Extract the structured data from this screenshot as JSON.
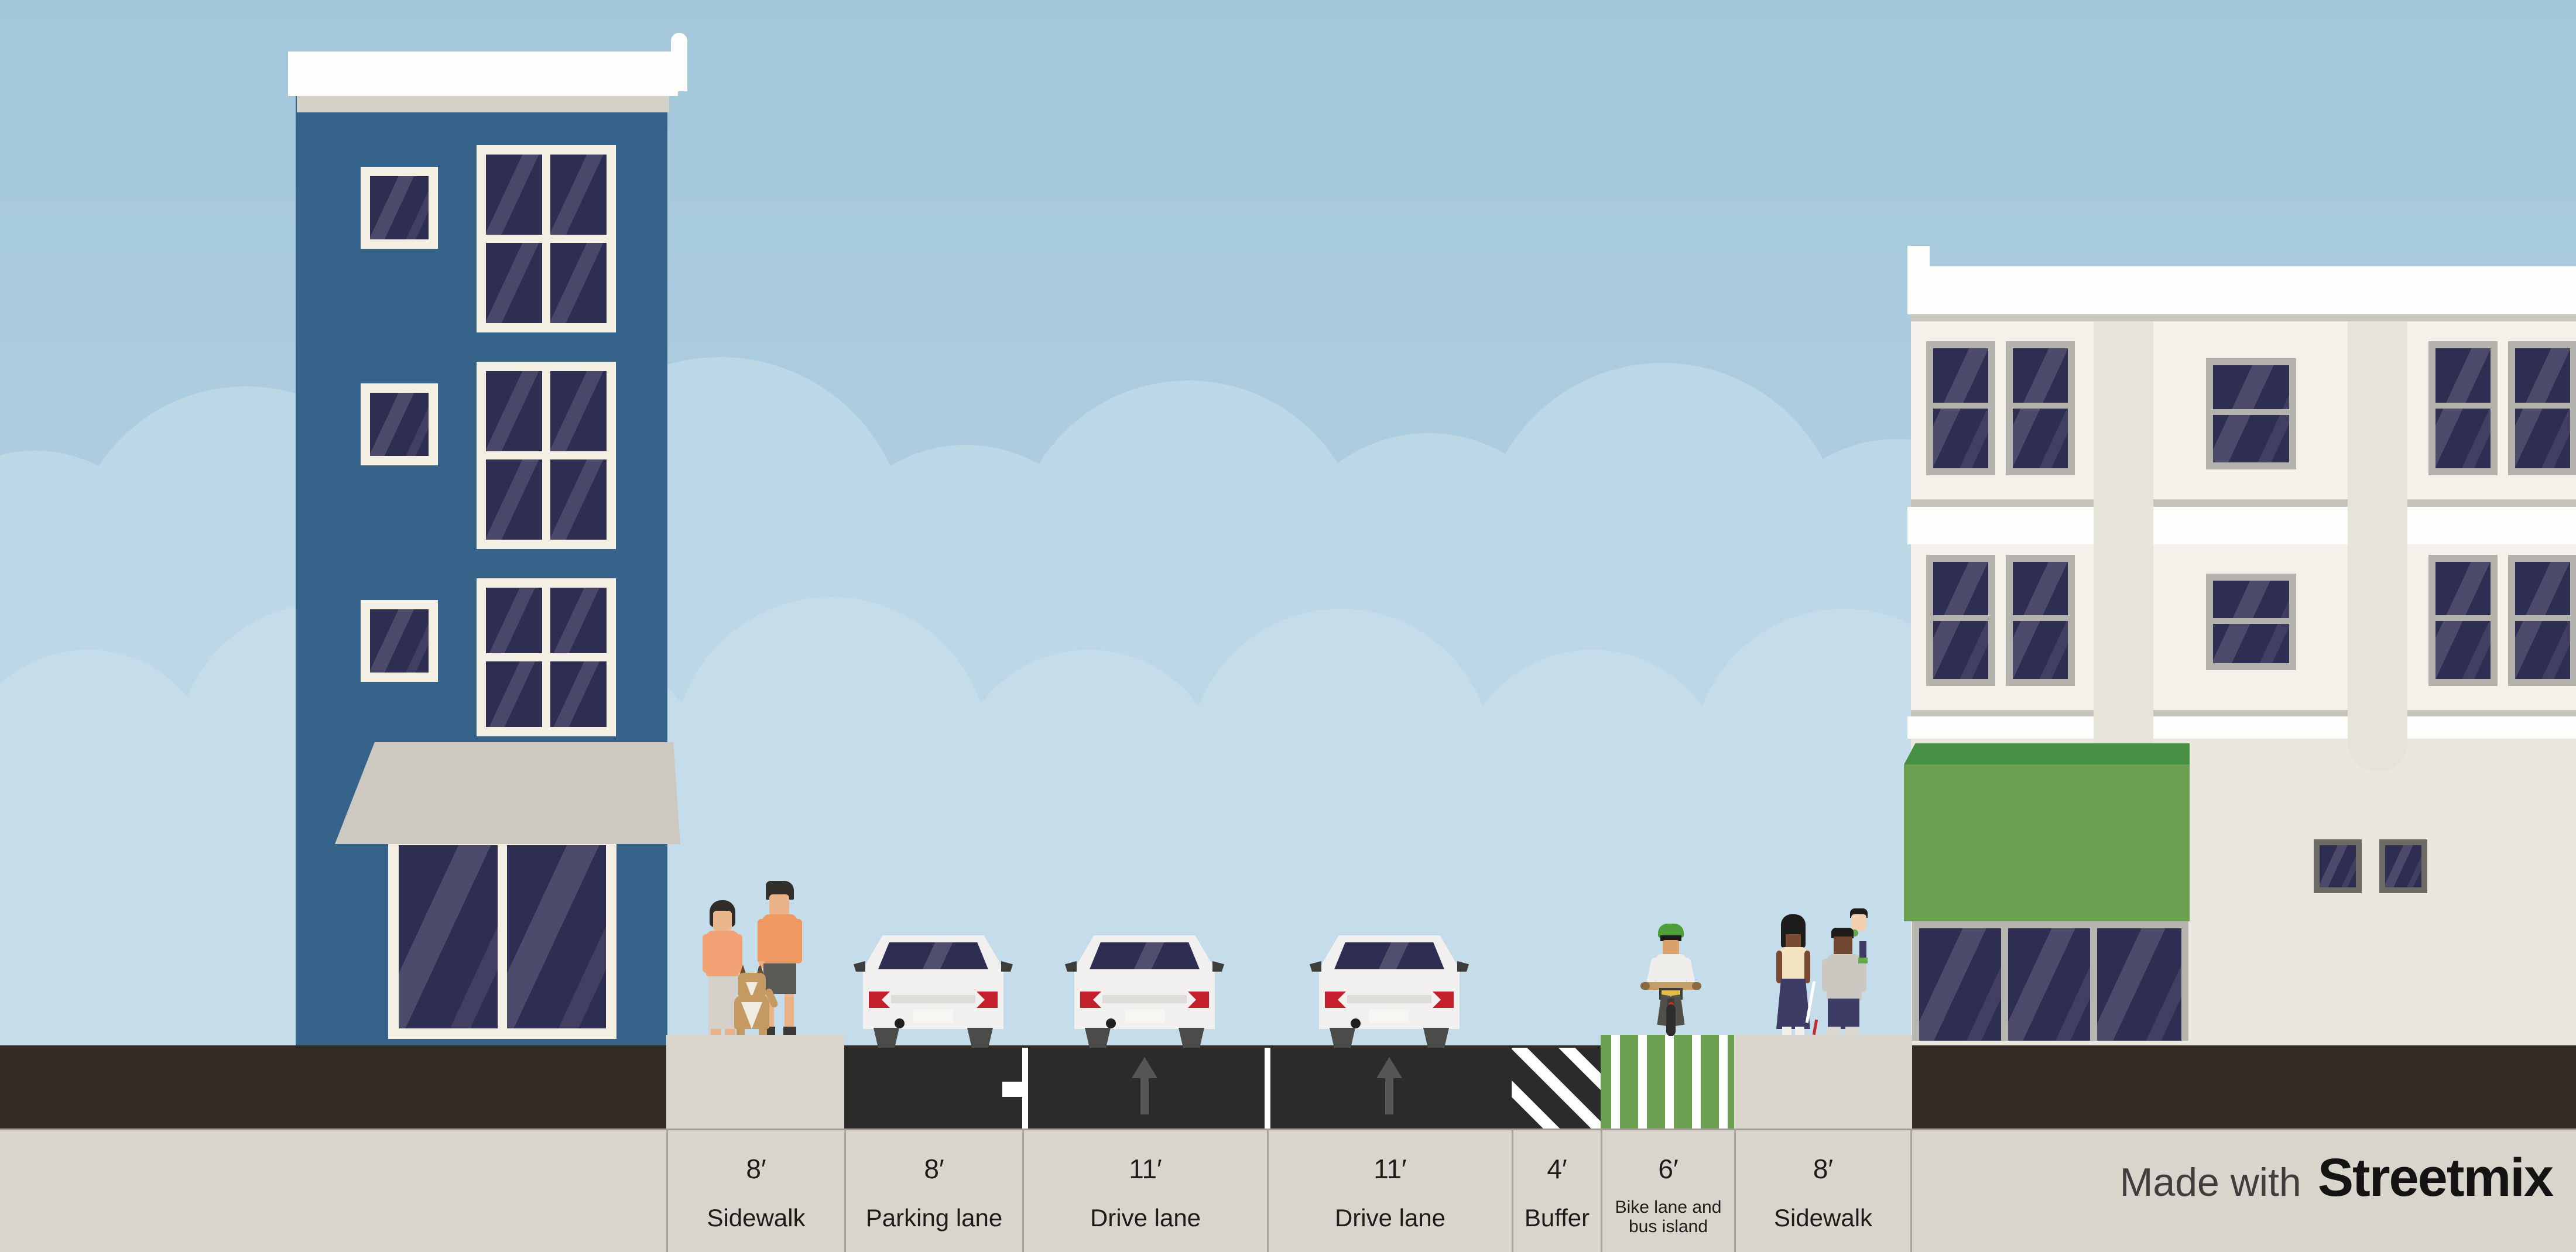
{
  "street": {
    "segments": [
      {
        "width": "8′",
        "name": "Sidewalk"
      },
      {
        "width": "8′",
        "name": "Parking lane"
      },
      {
        "width": "11′",
        "name": "Drive lane"
      },
      {
        "width": "11′",
        "name": "Drive lane"
      },
      {
        "width": "4′",
        "name": "Buffer"
      },
      {
        "width": "6′",
        "name": "Bike lane and bus island"
      },
      {
        "width": "8′",
        "name": "Sidewalk"
      }
    ]
  },
  "footer": {
    "made_with": "Made with",
    "brand": "Streetmix"
  },
  "colors": {
    "sky_top": "#a3c7da",
    "sky_bottom": "#b6d2e2",
    "cloud": "#c5ddeb",
    "road_asphalt": "#2b2b29",
    "lane_marking": "#ffffff",
    "island_green": "#6ba150",
    "awning_green_dark": "#479043",
    "sidewalk": "#d9d5cc",
    "ground_earth": "#342b24",
    "label_background": "#d9d5cc",
    "label_text": "#1d1c1a",
    "building_left_wall": "#36638a",
    "building_right_wall": "#f3f1ea",
    "window_glass": "#2e2d52",
    "window_frame_cream": "#f3efe2",
    "window_frame_gray": "#b4b2ac",
    "awning_gray": "#cdc9c0",
    "car_body": "#f1f0ee",
    "taillight_red": "#c3202c",
    "arrow_gray": "#565654"
  }
}
